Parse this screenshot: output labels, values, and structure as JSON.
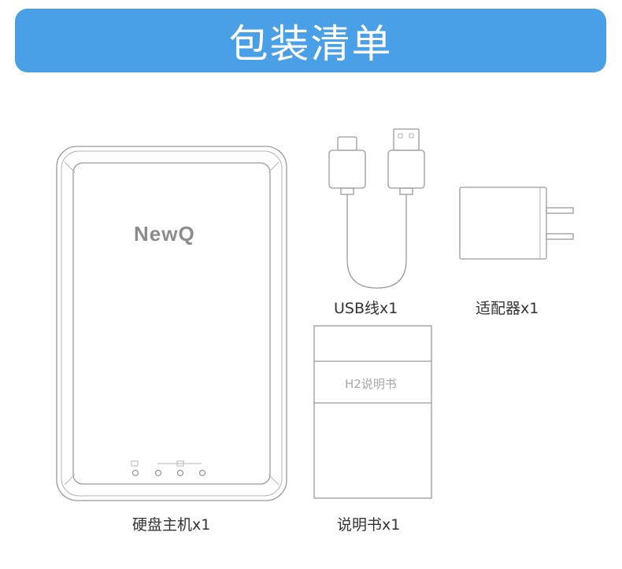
{
  "banner": {
    "title": "包装清单"
  },
  "items": [
    {
      "caption": "硬盘主机x1",
      "brand_logo": "NewQ",
      "icon": "hard-drive-icon"
    },
    {
      "caption": "USB线x1",
      "icon": "usb-cable-icon"
    },
    {
      "caption": "适配器x1",
      "icon": "power-adapter-icon"
    },
    {
      "caption": "说明书x1",
      "cover_label": "H2说明书",
      "icon": "manual-book-icon"
    }
  ],
  "colors": {
    "banner": "#4aa0e6",
    "outline": "#9a9a9a"
  }
}
